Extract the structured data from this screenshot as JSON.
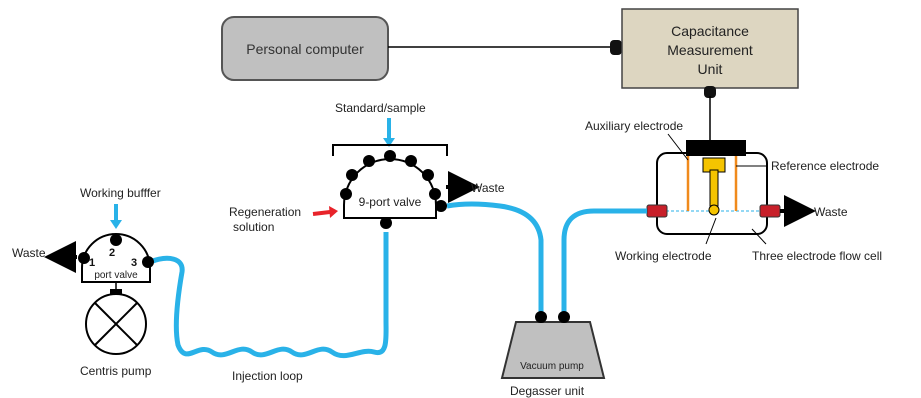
{
  "components": {
    "personal_computer": "Personal computer",
    "capacitance_unit": [
      "Capacitance",
      "Measurement",
      "Unit"
    ],
    "nine_port_valve": "9-port valve",
    "three_port_valve": "port valve",
    "three_port_numbers": [
      "1",
      "2",
      "3"
    ],
    "vacuum_pump": "Vacuum pump"
  },
  "labels": {
    "standard_sample": "Standard/sample",
    "working_buffer": "Working bufffer",
    "regeneration_line1": "Regeneration",
    "regeneration_line2": "solution",
    "waste_nine_port": "Waste",
    "waste_three_port": "Waste",
    "waste_flow_cell": "Waste",
    "auxiliary_electrode": "Auxiliary electrode",
    "reference_electrode": "Reference electrode",
    "working_electrode": "Working electrode",
    "three_electrode_flow_cell": "Three electrode flow cell",
    "centris_pump": "Centris pump",
    "injection_loop": "Injection loop",
    "degasser_unit": "Degasser unit"
  },
  "colors": {
    "tubing": "#29b2e8",
    "inlet_arrow": "#29b2e8",
    "regeneration_arrow": "#e8232a",
    "computer_box": "#c0c0c0",
    "capacitance_box": "#ddd6c1",
    "electrode_wire": "#f08a1c",
    "working_electrode": "#f5c400",
    "connector": "#c8202a",
    "pump_body": "#c0c0c0"
  }
}
